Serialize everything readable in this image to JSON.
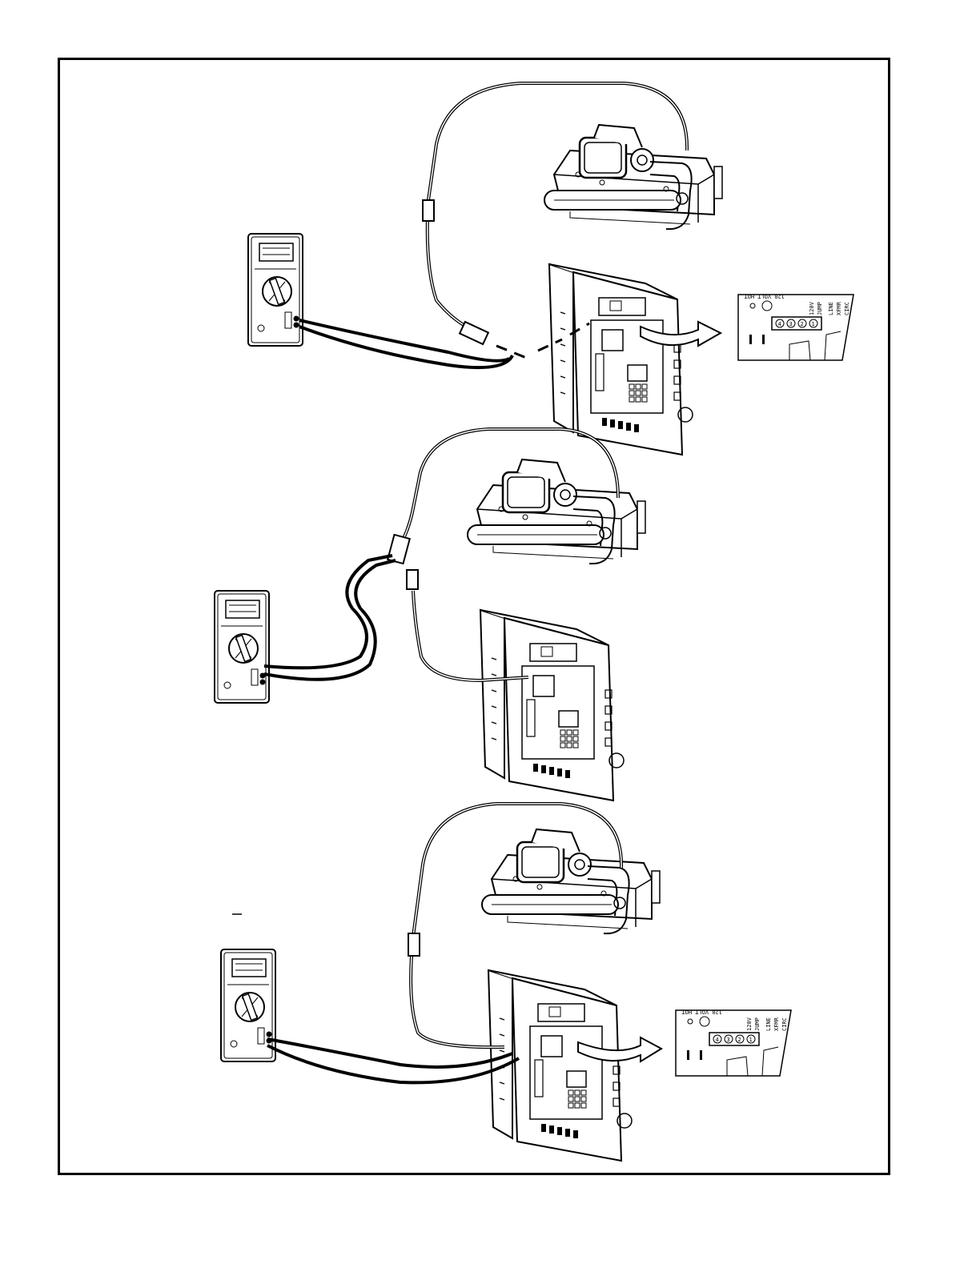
{
  "panels": [
    {
      "callout": {
        "header": "120 VOLT HOT",
        "terminals": [
          "LINE",
          "XFMR",
          "CIRC"
        ],
        "voltage": "120V",
        "jumper": "JUMP",
        "pins": [
          "4",
          "3",
          "2",
          "1"
        ]
      }
    },
    {
      "callout": null
    },
    {
      "callout": {
        "header": "120 VOLT HOT",
        "terminals": [
          "LINE",
          "XFMR",
          "CIRC"
        ],
        "voltage": "120V",
        "jumper": "JUMP",
        "pins": [
          "4",
          "3",
          "2",
          "1"
        ]
      }
    }
  ],
  "colors": {
    "line": "#000000",
    "background": "#ffffff"
  }
}
